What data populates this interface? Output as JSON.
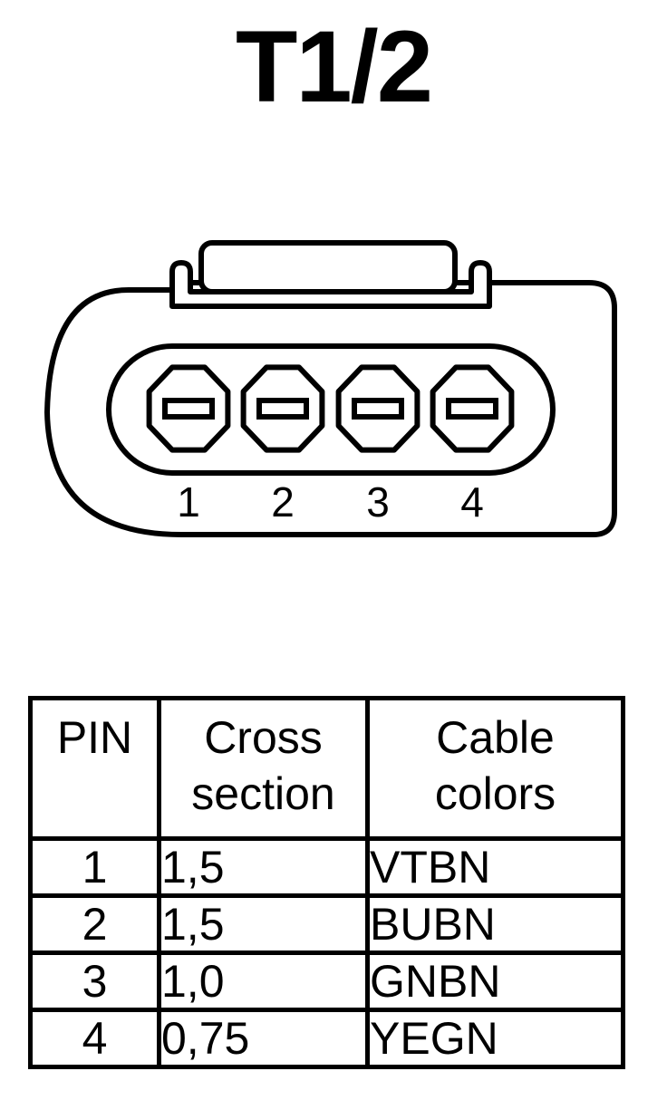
{
  "title": "T1/2",
  "connector": {
    "pin_numbers": [
      "1",
      "2",
      "3",
      "4"
    ]
  },
  "table": {
    "headers": {
      "pin": "PIN",
      "cross_line1": "Cross",
      "cross_line2": "section",
      "colors_line1": "Cable",
      "colors_line2": "colors"
    },
    "rows": [
      {
        "pin": "1",
        "cross_section": "1,5",
        "color": "VTBN"
      },
      {
        "pin": "2",
        "cross_section": "1,5",
        "color": "BUBN"
      },
      {
        "pin": "3",
        "cross_section": "1,0",
        "color": "GNBN"
      },
      {
        "pin": "4",
        "cross_section": "0,75",
        "color": "YEGN"
      }
    ]
  }
}
